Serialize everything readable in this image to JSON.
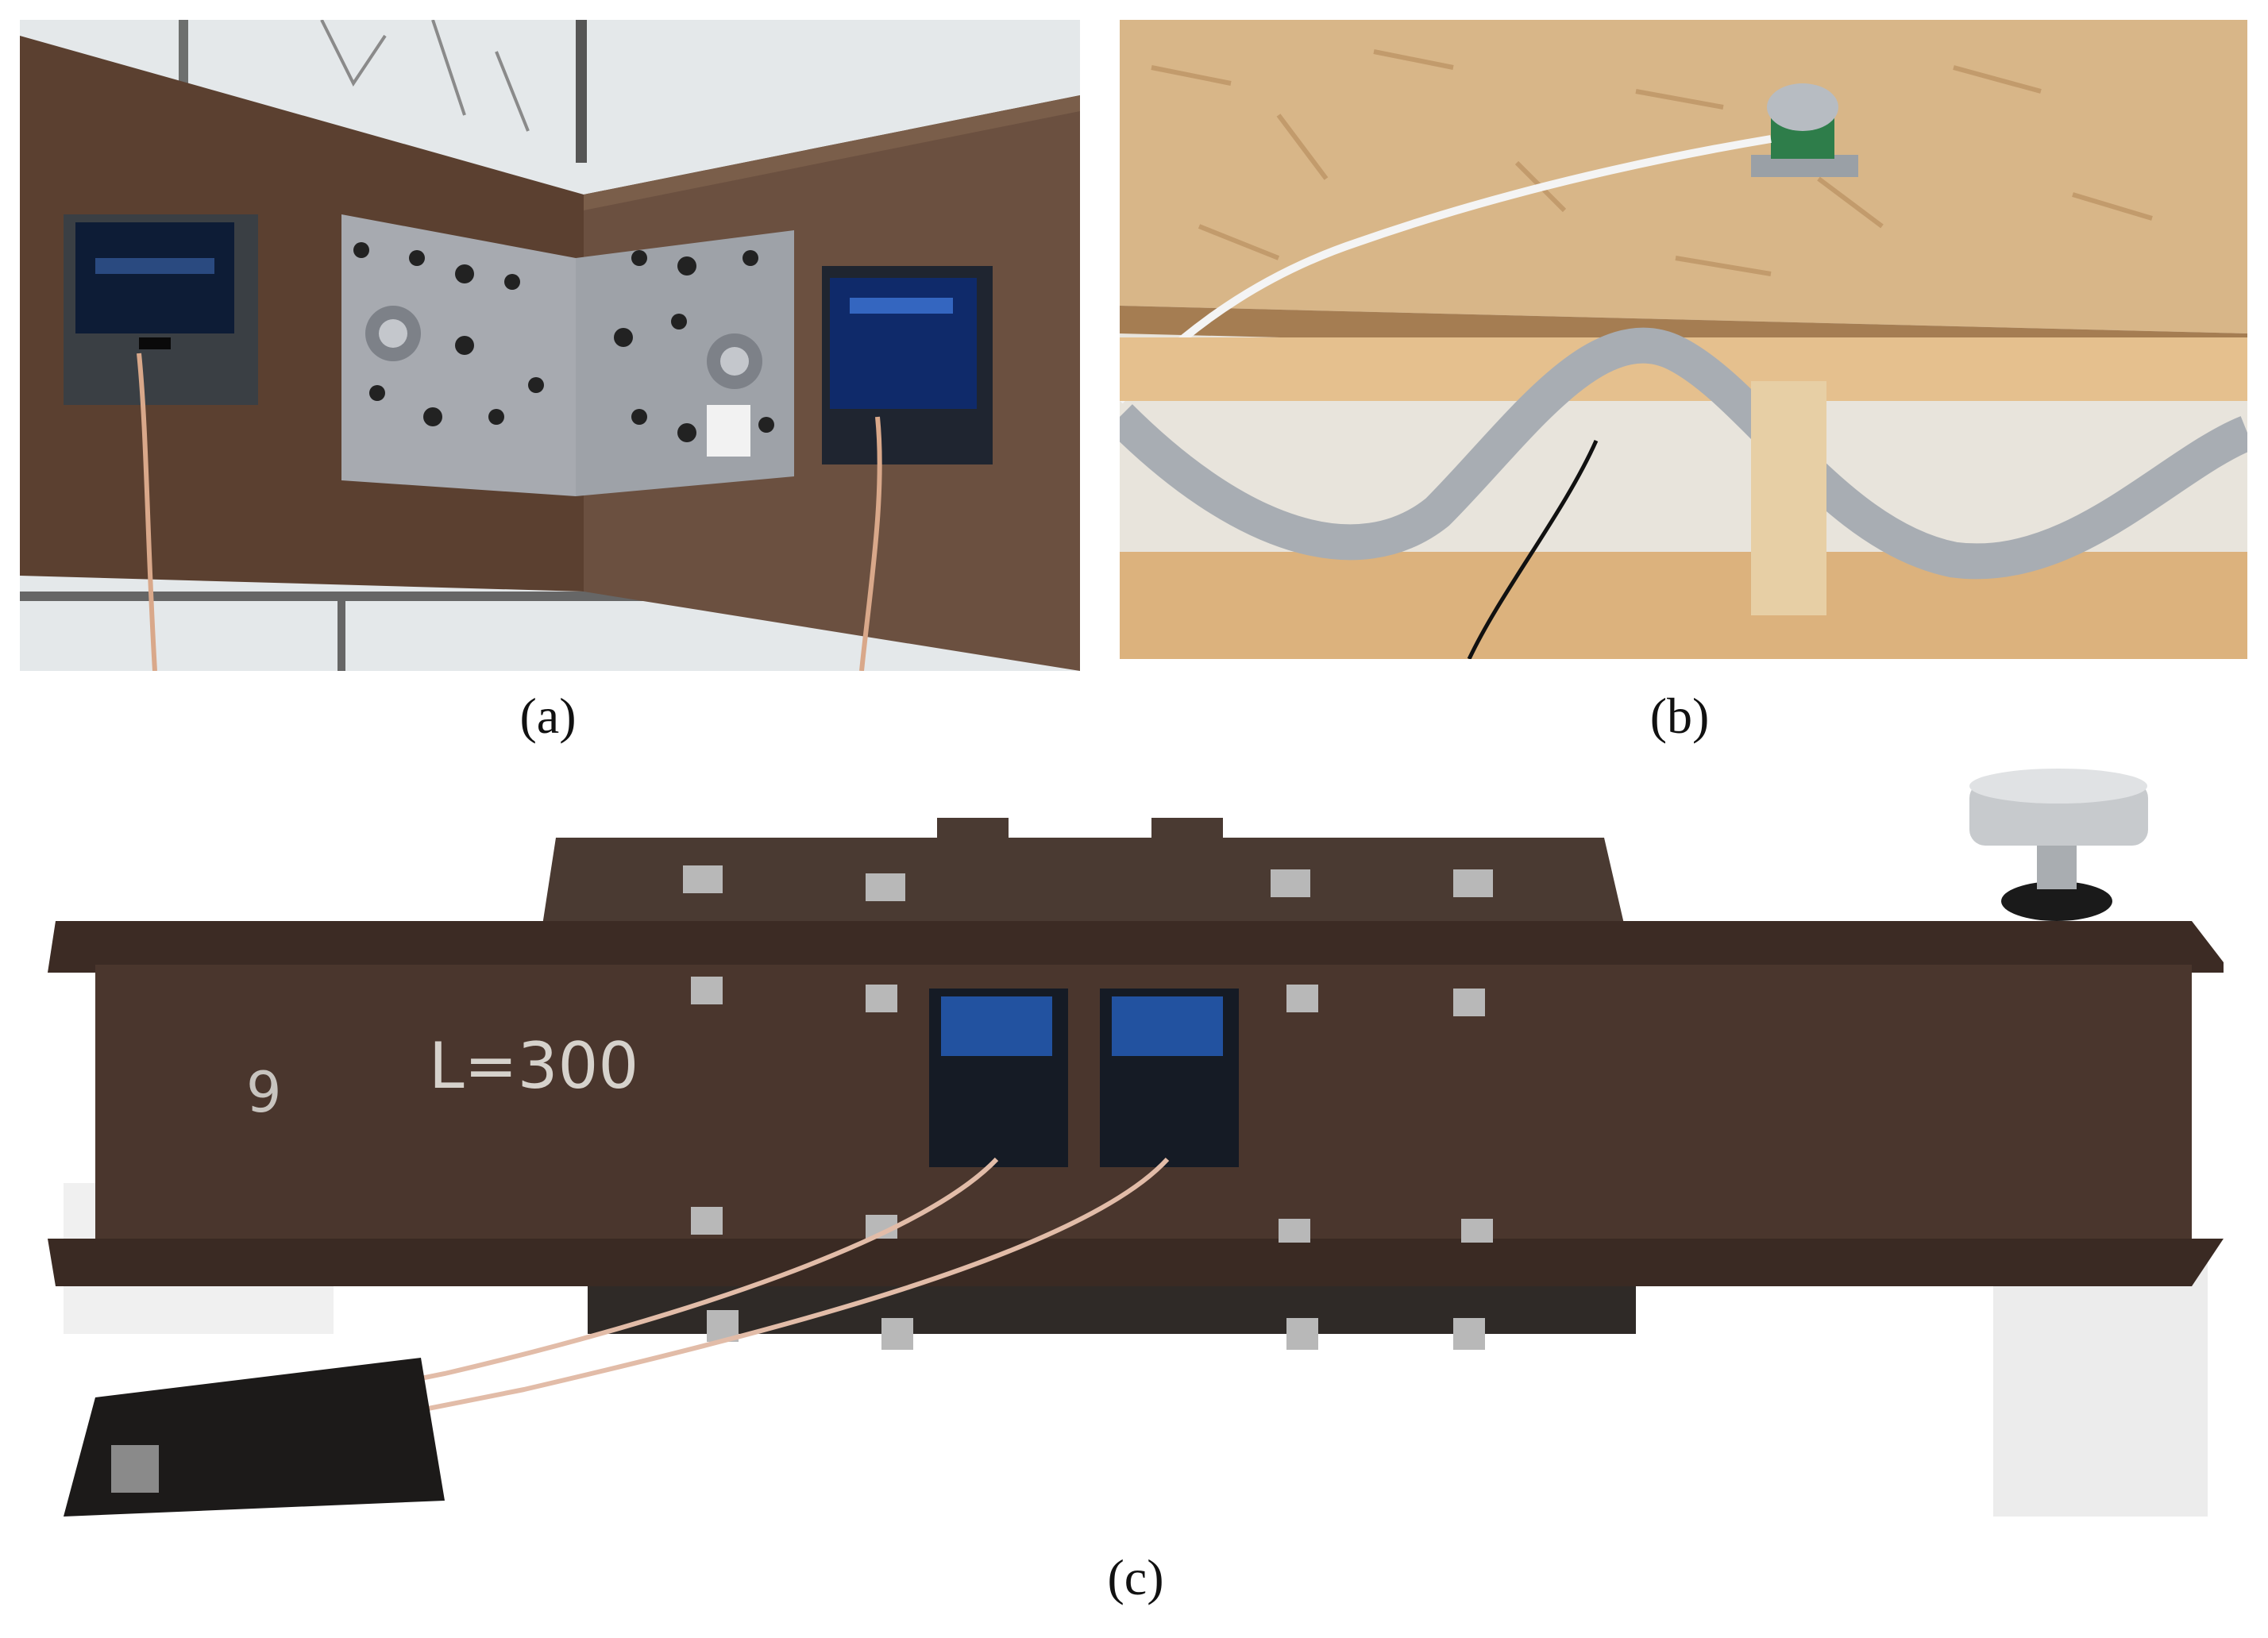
{
  "captions": {
    "a": "(a)",
    "b": "(b)",
    "c": "(c)"
  },
  "panel_c": {
    "beam_label": "L=300",
    "beam_number": "9"
  }
}
